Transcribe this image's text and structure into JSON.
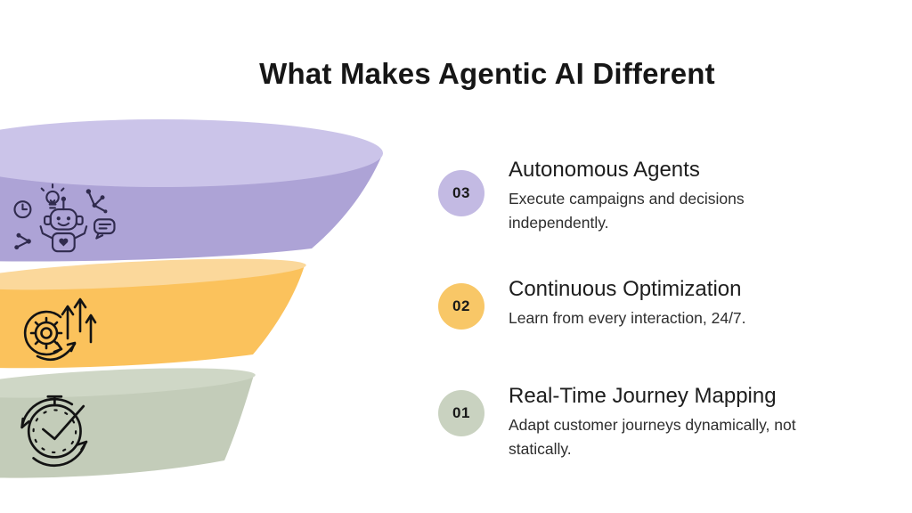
{
  "title": "What Makes Agentic AI Different",
  "items": [
    {
      "number": "03",
      "badge_color": "#c3bae3",
      "heading": "Autonomous Agents",
      "description": "Execute campaigns and decisions independently."
    },
    {
      "number": "02",
      "badge_color": "#f8c767",
      "heading": "Continuous Optimization",
      "description": "Learn from every interaction, 24/7."
    },
    {
      "number": "01",
      "badge_color": "#c9d2c0",
      "heading": "Real-Time Journey Mapping",
      "description": "Adapt customer journeys dynamically, not statically."
    }
  ],
  "funnel": {
    "ink_dark_navy": "#302b4e",
    "ink_black": "#131313",
    "layers": [
      {
        "icon": "robot-ai-doodle-icon",
        "top_color": "#cbc4e9",
        "body_color": "#ada3d6"
      },
      {
        "icon": "gear-growth-arrows-icon",
        "top_color": "#fbd89b",
        "body_color": "#fbc25c"
      },
      {
        "icon": "stopwatch-check-icon",
        "top_color": "#cfd7c6",
        "body_color": "#c3ccb9"
      }
    ]
  }
}
